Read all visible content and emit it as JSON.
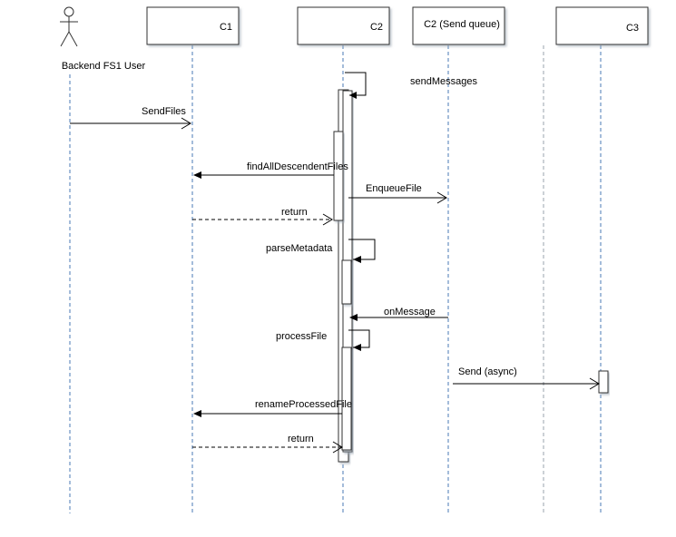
{
  "colors": {
    "lifeline": "#4a7ab5",
    "lifeline_plain": "#9aa3ad",
    "head_fill": "#ffffff",
    "head_stroke": "#333333",
    "head_shadow": "#c8ced6",
    "activation_fill": "#ffffff",
    "activation_shadow": "#b9c9dc",
    "message": "#000000"
  },
  "actor": {
    "label": "Backend FS1 User",
    "icon": "stick-figure-icon"
  },
  "participants": {
    "c1": "C1",
    "c2": "C2",
    "c2_queue": "C2 (Send queue)",
    "c3": "C3"
  },
  "messages": {
    "send_messages": "sendMessages",
    "send_files": "SendFiles",
    "find_all_descendent_files": "findAllDescendentFiles",
    "enqueue_file": "EnqueueFile",
    "return_1": "return",
    "parse_metadata": "parseMetadata",
    "on_message": "onMessage",
    "process_file": "processFile",
    "send_async": "Send (async)",
    "rename_processed_file": "renameProcessedFile",
    "return_2": "return"
  }
}
